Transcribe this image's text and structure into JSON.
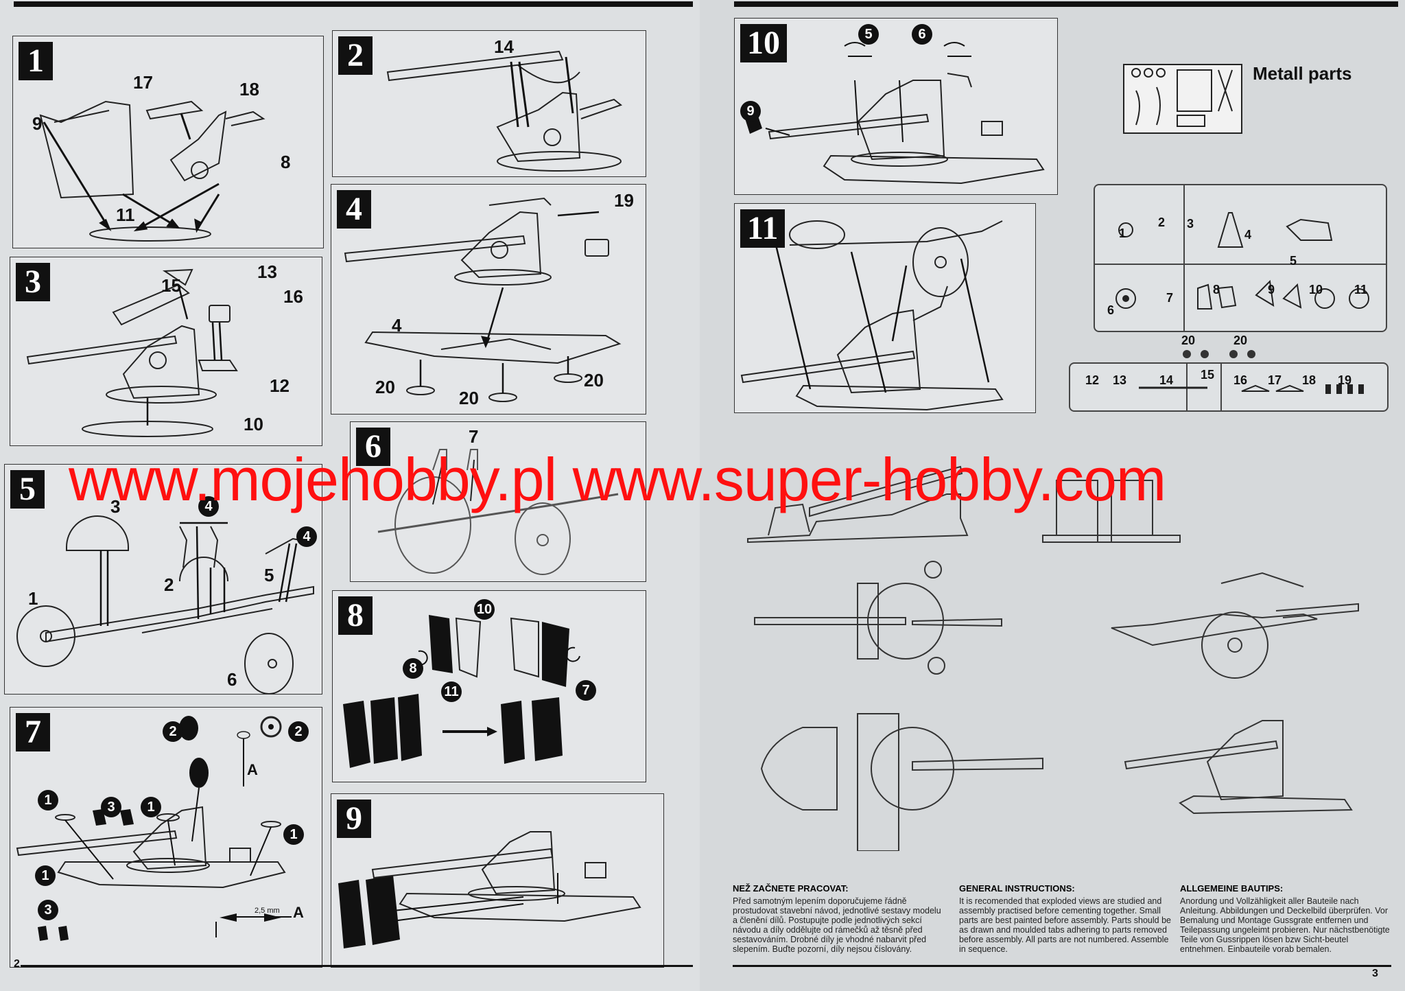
{
  "steps": [
    {
      "id": "1",
      "labels": [
        "17",
        "18",
        "9",
        "8",
        "11"
      ]
    },
    {
      "id": "2",
      "labels": [
        "14"
      ]
    },
    {
      "id": "3",
      "labels": [
        "15",
        "13",
        "16",
        "12",
        "10"
      ]
    },
    {
      "id": "4",
      "labels": [
        "19",
        "4",
        "20",
        "20",
        "20"
      ]
    },
    {
      "id": "5",
      "labels": [
        "3",
        "4",
        "4",
        "2",
        "5",
        "1",
        "6"
      ]
    },
    {
      "id": "6",
      "labels": [
        "7"
      ]
    },
    {
      "id": "7",
      "labels": [
        "2",
        "2",
        "1",
        "3",
        "1",
        "1",
        "1",
        "3",
        "A",
        "A",
        "2,5 mm"
      ]
    },
    {
      "id": "8",
      "labels": [
        "10",
        "8",
        "11",
        "7"
      ]
    },
    {
      "id": "9",
      "labels": []
    },
    {
      "id": "10",
      "labels": [
        "5",
        "6",
        "9"
      ]
    },
    {
      "id": "11",
      "labels": []
    }
  ],
  "metal_parts_title": "Metall parts",
  "sprue_a_labels": [
    "1",
    "2",
    "3",
    "4",
    "5",
    "6",
    "7",
    "8",
    "9",
    "10",
    "11"
  ],
  "sprue_b_labels": [
    "20",
    "20",
    "12",
    "13",
    "14",
    "15",
    "16",
    "17",
    "18",
    "19"
  ],
  "watermark": "www.mojehobby.pl www.super-hobby.com",
  "instructions": [
    {
      "heading": "NEŽ ZAČNETE PRACOVAT:",
      "text": "Před samotným lepením doporučujeme řádně prostudovat stavební návod, jednotlivé sestavy modelu a členění dílů. Postupujte podle jednotlivých sekcí návodu a díly oddělujte od rámečků až těsně před sestavováním. Drobné díly je vhodné nabarvit před slepením. Buďte pozorní, díly nejsou číslovány."
    },
    {
      "heading": "GENERAL INSTRUCTIONS:",
      "text": "It is recomended that exploded views are studied and assembly practised before cementing together. Small parts are best painted before assembly. Parts should be as drawn and moulded tabs adhering to parts removed before assembly. All parts are not numbered. Assemble in sequence."
    },
    {
      "heading": "ALLGEMEINE BAUTIPS:",
      "text": "Anordung und Vollzähligkeit aller Bauteile nach Anleitung. Abbildungen und Deckelbild überprüfen. Vor Bemalung und Montage Gussgrate entfernen und Teilepassung ungeleimt probieren. Nur nächstbenötigte Teile von Gussrippen lösen bzw Sicht-beutel entnehmen. Einbauteile vorab bemalen."
    }
  ],
  "page_numbers": {
    "left": "2",
    "right": "3"
  }
}
